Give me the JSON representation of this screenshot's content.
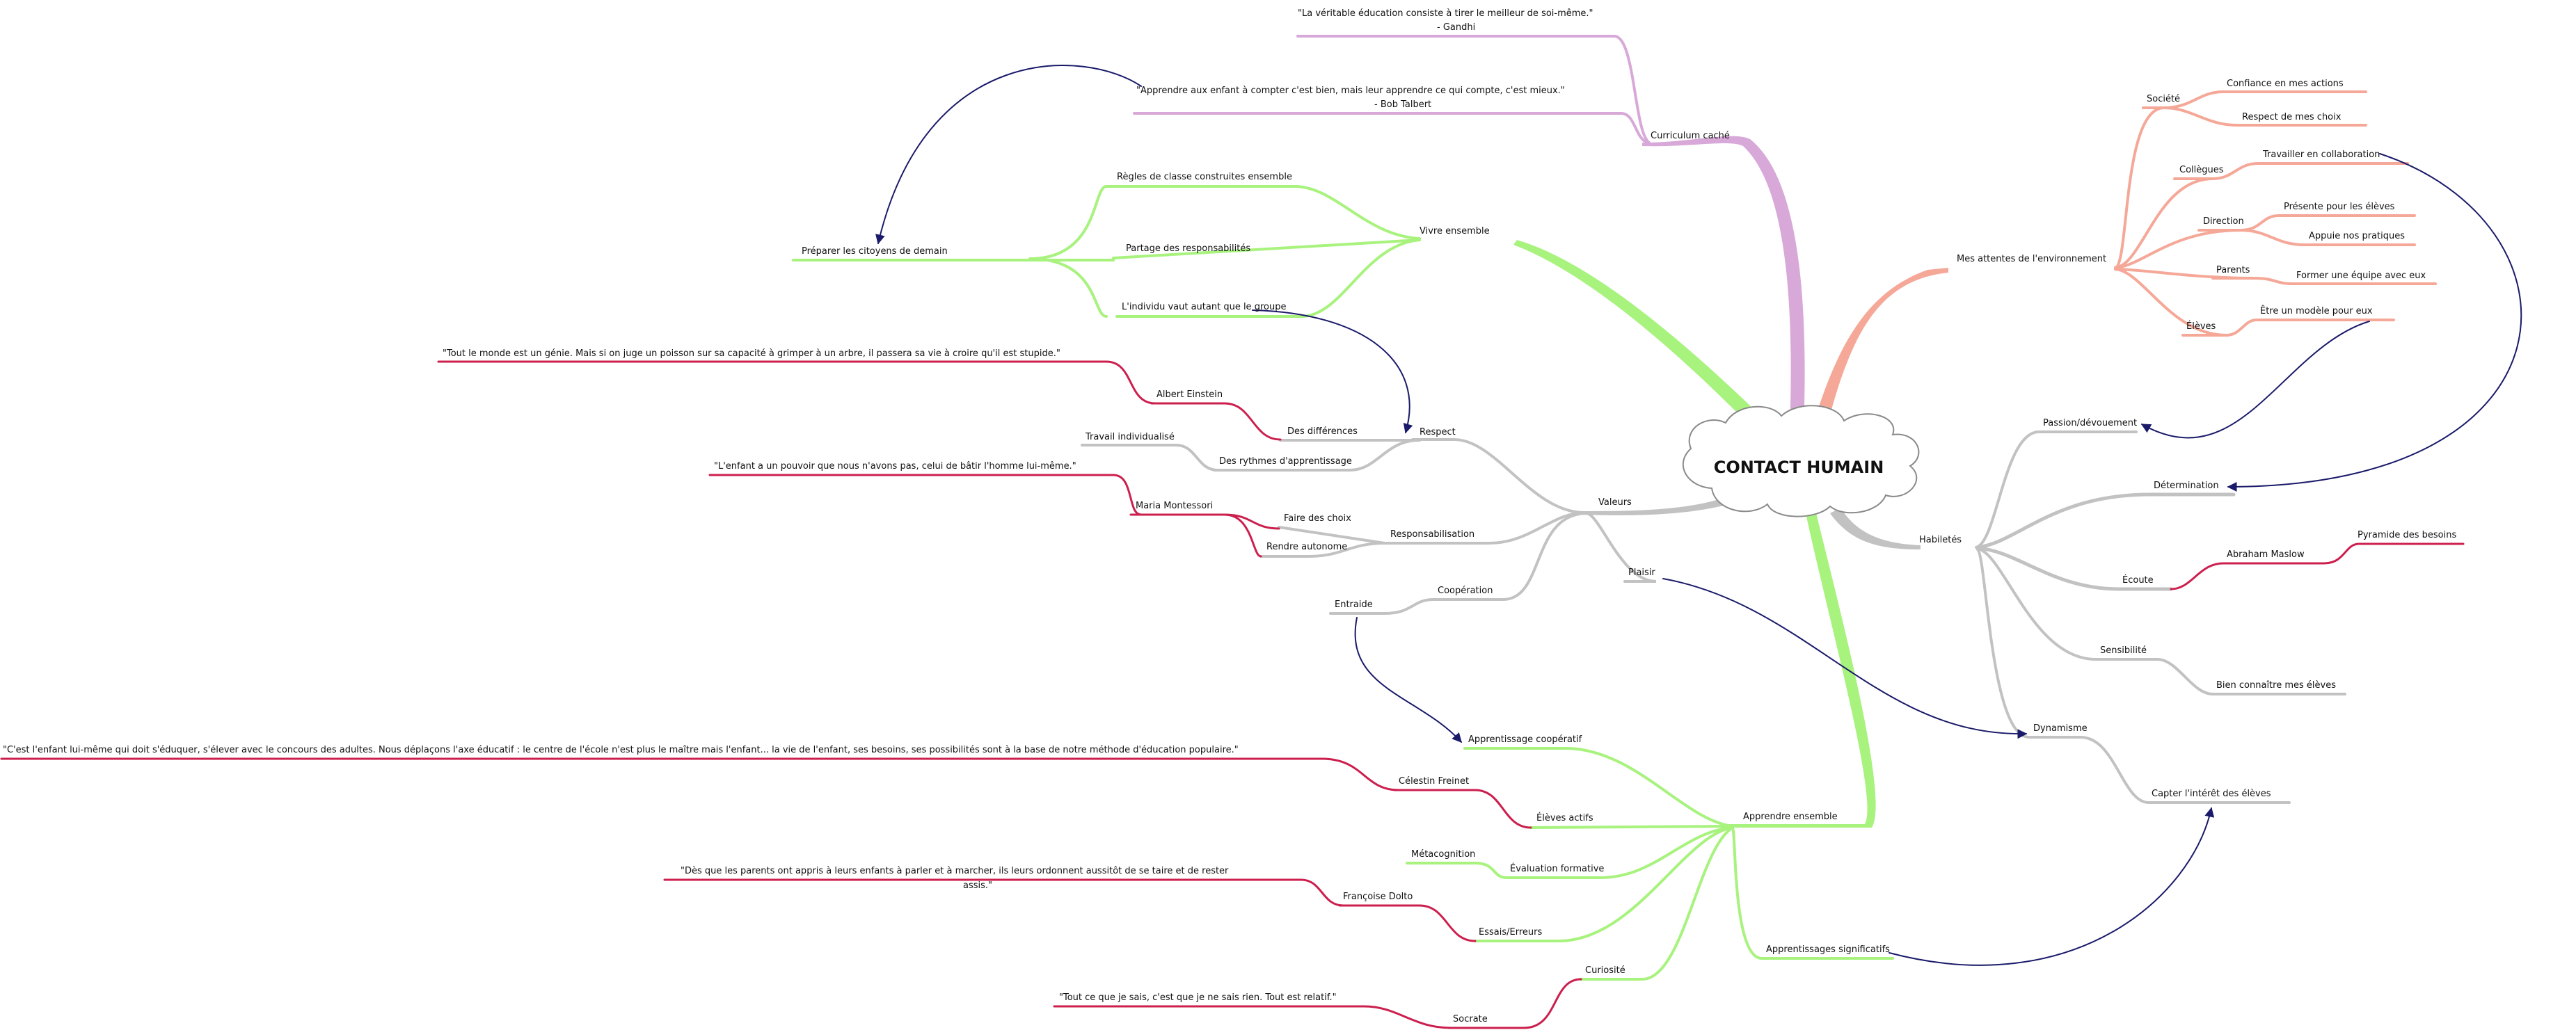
{
  "colors": {
    "purple": "#d8a9d8",
    "green": "#a8f27e",
    "salmon": "#f5a898",
    "grey": "#c2c2c2",
    "crimson": "#cc1f4e",
    "navy": "#1a1a6a"
  },
  "mindmap": {
    "root": "CONTACT HUMAIN",
    "curriculum": {
      "label": "Curriculum caché",
      "quote_gandhi_1": "\"La véritable éducation consiste à tirer le meilleur de soi-même.\"",
      "quote_gandhi_2": "- Gandhi",
      "quote_talbert_1": "\"Apprendre aux enfant à compter c'est bien, mais leur apprendre ce qui compte, c'est mieux.\"",
      "quote_talbert_2": "- Bob Talbert"
    },
    "vivre": {
      "label": "Vivre ensemble",
      "regles": "Règles de classe construites ensemble",
      "partage": "Partage des responsabilités",
      "individu": "L'individu vaut autant que le groupe",
      "citoyens": "Préparer les citoyens de demain"
    },
    "valeurs": {
      "label": "Valeurs",
      "respect": "Respect",
      "differences": "Des différences",
      "einstein": "Albert Einstein",
      "quote_einstein": "\"Tout le monde est un génie. Mais si on juge un poisson sur sa capacité à grimper à un arbre, il passera sa vie à croire qu'il est stupide.\"",
      "rythmes": "Des rythmes d'apprentissage",
      "individualise": "Travail individualisé",
      "responsabilisation": "Responsabilisation",
      "choix": "Faire des choix",
      "autonome": "Rendre autonome",
      "montessori": "Maria Montessori",
      "quote_montessori": "\"L'enfant a un pouvoir que nous n'avons pas, celui de bâtir l'homme lui-même.\"",
      "cooperation": "Coopération",
      "entraide": "Entraide",
      "plaisir": "Plaisir"
    },
    "attentes": {
      "label": "Mes attentes de l'environnement",
      "societe": "Société",
      "confiance": "Confiance en mes actions",
      "respect_choix": "Respect de mes choix",
      "collegues": "Collègues",
      "collaboration": "Travailler en collaboration",
      "direction": "Direction",
      "presente": "Présente pour les élèves",
      "appuie": "Appuie nos pratiques",
      "parents": "Parents",
      "equipe": "Former une équipe avec eux",
      "eleves": "Élèves",
      "modele": "Être un modèle pour eux"
    },
    "habiletes": {
      "label": "Habiletés",
      "passion": "Passion/dévouement",
      "determination": "Détermination",
      "ecoute": "Écoute",
      "maslow": "Abraham Maslow",
      "pyramide": "Pyramide des besoins",
      "sensibilite": "Sensibilité",
      "connaitre": "Bien connaître mes élèves",
      "dynamisme": "Dynamisme",
      "capter": "Capter l'intérêt des élèves"
    },
    "apprendre": {
      "label": "Apprendre ensemble",
      "cooperatif": "Apprentissage coopératif",
      "actifs": "Élèves actifs",
      "freinet": "Célestin Freinet",
      "quote_freinet": "\"C'est l'enfant lui-même qui doit s'éduquer, s'élever avec le concours des adultes. Nous déplaçons l'axe éducatif : le centre de l'école n'est plus le maître mais l'enfant... la vie de l'enfant, ses besoins, ses possibilités sont à la base de notre méthode d'éducation populaire.\"",
      "formative": "Évaluation formative",
      "metacognition": "Métacognition",
      "essais": "Essais/Erreurs",
      "dolto": "Françoise Dolto",
      "quote_dolto_1": "\"Dès que les parents ont appris à leurs enfants à parler et à marcher, ils leurs ordonnent aussitôt de se taire et de rester",
      "quote_dolto_2": "assis.\"",
      "curiosite": "Curiosité",
      "socrate": "Socrate",
      "quote_socrate": "\"Tout ce que je sais, c'est que je ne sais rien. Tout est relatif.\"",
      "significatifs": "Apprentissages significatifs"
    }
  }
}
